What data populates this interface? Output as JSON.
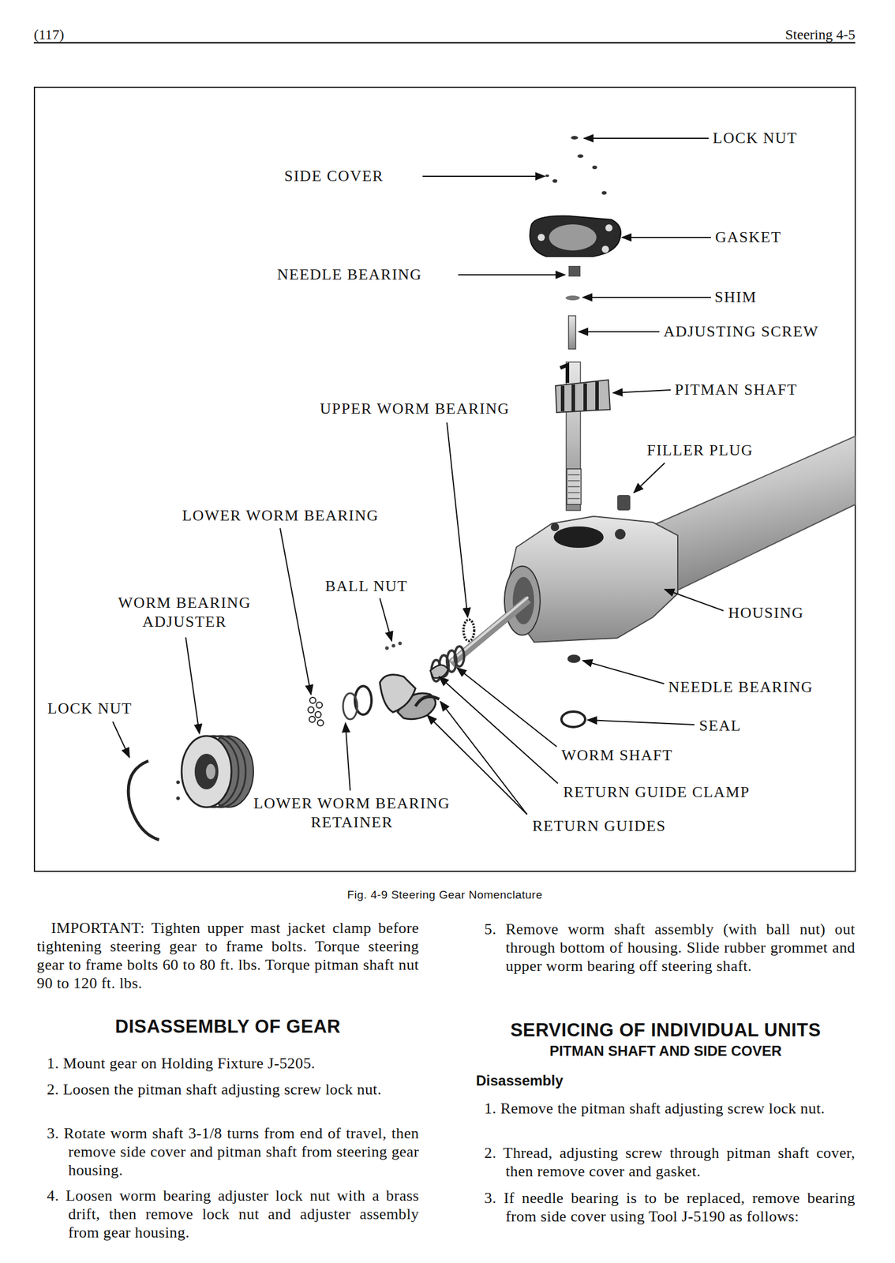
{
  "diagram": {
    "caption": "Fig. 4-9 Steering Gear Nomenclature",
    "labels": [
      "(117)",
      "Steering 4-5",
      "LOCK NUT",
      "SIDE COVER",
      "GASKET",
      "NEEDLE BEARING",
      "SHIM",
      "ADJUSTING SCREW",
      "PITMAN SHAFT",
      "UPPER WORM BEARING",
      "FILLER PLUG",
      "LOWER WORM BEARING",
      "BALL NUT",
      "WORM BEARING ADJUSTER",
      "HOUSING",
      "NEEDLE BEARING",
      "LOCK NUT",
      "SEAL",
      "WORM SHAFT",
      "RETURN GUIDE CLAMP",
      "LOWER WORM BEARING RETAINER",
      "RETURN GUIDES",
      "IMPORTANT: Tighten upper mast jacket clamp before tightening steering gear to frame bolts. Torque steering gear to frame bolts 60 to 80 ft. lbs. Torque pitman shaft nut 90 to 120 ft. lbs.",
      "DISASSEMBLY OF GEAR",
      "1. Mount gear on Holding Fixture J-5205.",
      "2. Loosen the pitman shaft adjusting screw lock nut.",
      "3. Rotate worm shaft 3-1/8 turns from end of travel, then remove side cover and pitman shaft from steering gear housing.",
      "4. Loosen worm bearing adjuster lock nut with a brass drift, then remove lock nut and adjuster assembly from gear housing.",
      "5. Remove worm shaft assembly (with ball nut) out through bottom of housing. Slide rubber grommet and upper worm bearing off steering shaft.",
      "SERVICING OF INDIVIDUAL UNITS",
      "PITMAN SHAFT AND SIDE COVER",
      "Disassembly",
      "1. Remove the pitman shaft adjusting screw lock nut.",
      "2. Thread, adjusting screw through pitman shaft cover, then remove cover and gasket.",
      "3. If needle bearing is to be replaced, remove bearing from side cover using Tool J-5190 as follows:"
    ]
  }
}
